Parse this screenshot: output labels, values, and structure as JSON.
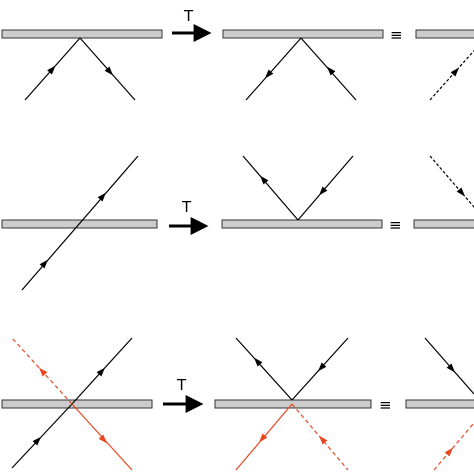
{
  "operator_label": "T",
  "equivalence_symbol": "≡",
  "colors": {
    "slab_fill": "#cccccc",
    "slab_stroke": "#333333",
    "ray_black": "#000000",
    "ray_red": "#e8471f"
  },
  "rows": [
    {
      "name": "reflection",
      "interaction": "reflect"
    },
    {
      "name": "transmission",
      "interaction": "transmit"
    },
    {
      "name": "reflection-and-transmission",
      "interaction": "reflect-transmit"
    }
  ]
}
